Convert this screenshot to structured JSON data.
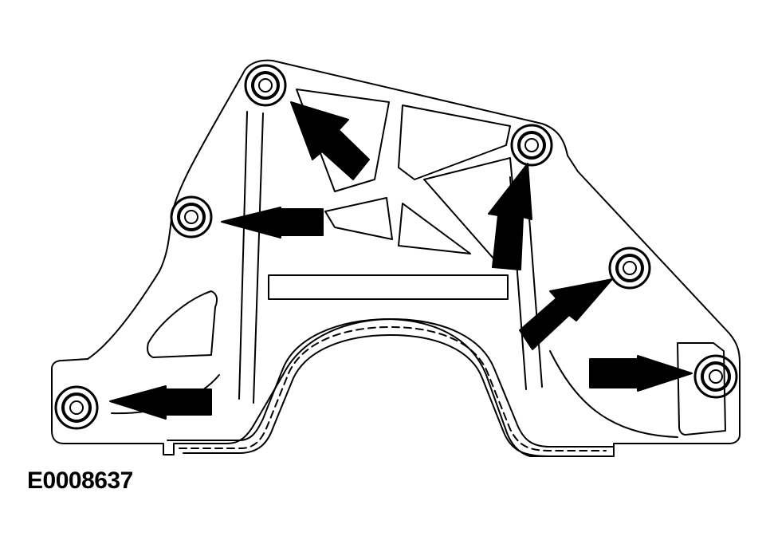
{
  "figure_id": "E0008637",
  "colors": {
    "ink": "#000000",
    "paper": "#ffffff"
  },
  "diagram": {
    "subject": "bracket-with-six-bolts",
    "bolt_count": 6,
    "arrow_count": 6
  }
}
